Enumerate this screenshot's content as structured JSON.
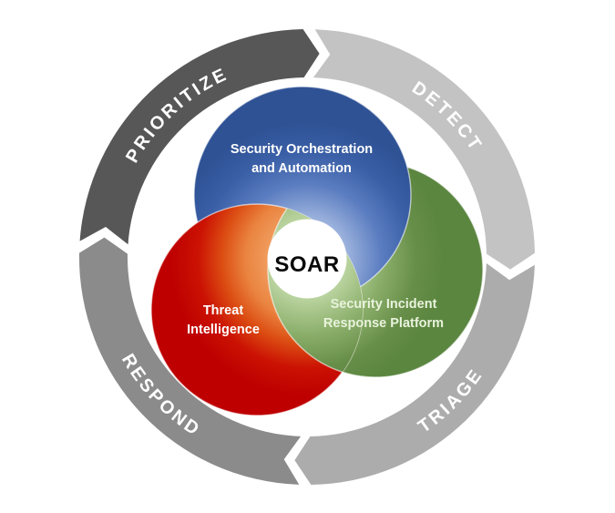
{
  "diagram": {
    "center_label": "SOAR",
    "background_color": "#FFFFFF",
    "cycle_steps": [
      {
        "label": "PRIORITIZE",
        "color": "#575757"
      },
      {
        "label": "DETECT",
        "color": "#C3C3C3"
      },
      {
        "label": "TRIAGE",
        "color": "#ACACAC"
      },
      {
        "label": "RESPOND",
        "color": "#8B8B8B"
      }
    ],
    "components": [
      {
        "label": "Security Orchestration and Automation",
        "line1": "Security Orchestration",
        "line2": "and Automation",
        "color": "#2F5295",
        "inner_glow_color": "#C3D0EC",
        "text_color": "#FFFFFF"
      },
      {
        "label": "Threat Intelligence",
        "line1": "Threat",
        "line2": "Intelligence",
        "color": "#C00000",
        "inner_glow_color": "#F4B07A",
        "text_color": "#FFFFFF"
      },
      {
        "label": "Security Incident Response Platform",
        "line1": "Security Incident",
        "line2": "Response Platform",
        "color": "#5B8640",
        "inner_glow_color": "#D9E8C6",
        "text_color": "#E9F3DC"
      }
    ],
    "soar_circle_color": "#FFFFFF",
    "soar_text_color": "#0A0A0A"
  }
}
